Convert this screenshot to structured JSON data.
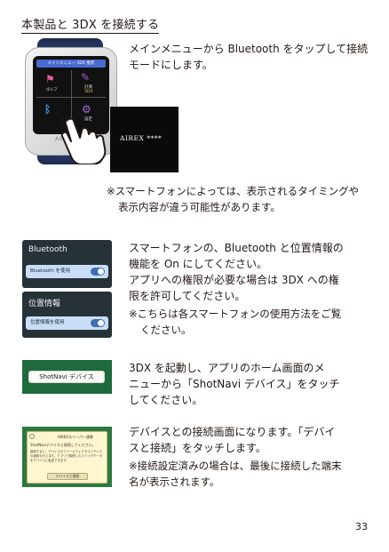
{
  "page": {
    "title": "本製品と 3DX を接続する",
    "page_number": "33"
  },
  "watch_image": {
    "header": "メインメニュー 3DX 接続",
    "left_top_label": "ゴルフ",
    "right_top_label": "計測",
    "right_mid_label": "3DX",
    "bottom_right_label": "設定",
    "brand": "AIREX"
  },
  "section1": {
    "text": "メインメニューから Bluetooth をタップして接続モードにします。",
    "blackbox_label": "AIREX ****",
    "note": "※スマートフォンによっては、表示されるタイミングや表示内容が違う可能性があります。"
  },
  "section2": {
    "panel1_title": "Bluetooth",
    "panel1_row": "Bluetooth を使用",
    "panel2_title": "位置情報",
    "panel2_row": "位置情報を使用",
    "text_line1": "スマートフォンの、Bluetooth と位置情報の",
    "text_line2": "機能を On にしてください。",
    "text_line3": "アプリへの権限が必要な場合は 3DX への権",
    "text_line4": "限を許可してください。",
    "note_line1": "※こちらは各スマートフォンの使用方法をご覧",
    "note_line2": "ください。"
  },
  "section3": {
    "button_label": "ShotNavi デバイス",
    "text_line1": "3DX を起動し、アプリのホーム画面のメ",
    "text_line2": "ニューから「ShotNavi デバイス」をタッチ",
    "text_line3": "してください。"
  },
  "section4": {
    "dialog_header": "AIREXスイーパー連携",
    "dialog_sub": "ShotNaviデバイスと接続してください。",
    "dialog_body": "接続すると、デバイスのファームウェアやコンテンツの更新も行えます。アプリで取得したスイングデータをデバイスに転送できます。",
    "dialog_button": "デバイスと接続",
    "text_line1": "デバイスとの接続画面になります。「デバイ",
    "text_line2": "スと接続」をタッチします。",
    "note_line1": "※接続設定済みの場合は、最後に接続した端末",
    "note_line2": "名が表示されます。"
  },
  "colors": {
    "text": "#231815",
    "panel_bg": "#263238",
    "toggle_on": "#3b6fb6",
    "green_bg": "#1d6b3a"
  }
}
